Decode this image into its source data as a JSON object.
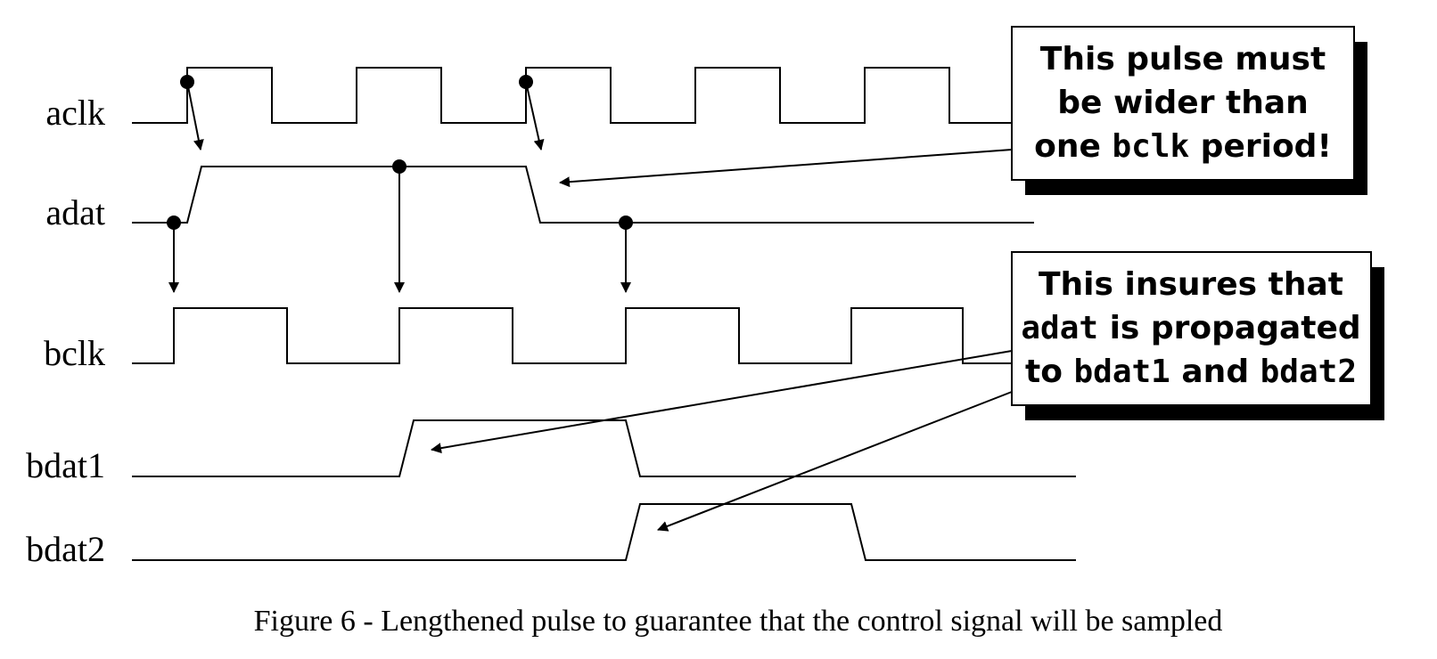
{
  "signals": [
    {
      "id": "aclk",
      "label": "aclk"
    },
    {
      "id": "adat",
      "label": "adat"
    },
    {
      "id": "bclk",
      "label": "bclk"
    },
    {
      "id": "bdat1",
      "label": "bdat1"
    },
    {
      "id": "bdat2",
      "label": "bdat2"
    }
  ],
  "callout1": {
    "line1": "This pulse must",
    "line2": "be wider than",
    "line3_pre": "one ",
    "line3_code": "bclk",
    "line3_post": " period!"
  },
  "callout2": {
    "line1": "This insures that",
    "line2_code": "adat",
    "line2_post": " is propagated",
    "line3_pre": "to ",
    "line3_code1": "bdat1",
    "line3_mid": " and ",
    "line3_code2": "bdat2"
  },
  "caption": "Figure 6 - Lengthened pulse to guarantee that the control signal will be sampled"
}
